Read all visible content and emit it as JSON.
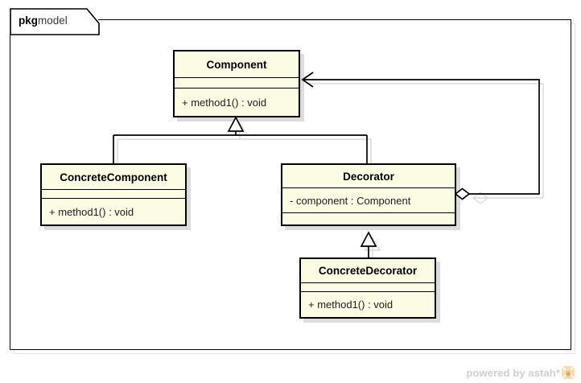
{
  "diagram": {
    "kind": "uml-class-diagram",
    "package": {
      "keyword": "pkg",
      "name": "model"
    },
    "classes": [
      {
        "id": "component",
        "name": "Component",
        "attributes": [],
        "operations": [
          "+ method1() : void"
        ]
      },
      {
        "id": "concrete-component",
        "name": "ConcreteComponent",
        "attributes": [],
        "operations": [
          "+ method1() : void"
        ]
      },
      {
        "id": "decorator",
        "name": "Decorator",
        "attributes": [
          "- component : Component"
        ],
        "operations": []
      },
      {
        "id": "concrete-decorator",
        "name": "ConcreteDecorator",
        "attributes": [],
        "operations": [
          "+ method1() : void"
        ]
      }
    ],
    "relationships": [
      {
        "id": "gen-concrete-component",
        "type": "generalization",
        "from": "ConcreteComponent",
        "to": "Component"
      },
      {
        "id": "gen-decorator",
        "type": "generalization",
        "from": "Decorator",
        "to": "Component"
      },
      {
        "id": "gen-concrete-decorator",
        "type": "generalization",
        "from": "ConcreteDecorator",
        "to": "Decorator"
      },
      {
        "id": "agg-decorator-component",
        "type": "aggregation",
        "from": "Decorator",
        "to": "Component"
      }
    ],
    "colors": {
      "class_fill": "#fcfbe3",
      "class_border": "#000000",
      "shadow": "#dcdcdc",
      "line": "#000000",
      "frame_border": "#000000",
      "canvas": "#ffffff",
      "watermark_text": "#cfcfcf",
      "watermark_logo": "#f5d9b0"
    }
  },
  "watermark": {
    "text": "powered by astah*",
    "logo_letter": "a"
  }
}
